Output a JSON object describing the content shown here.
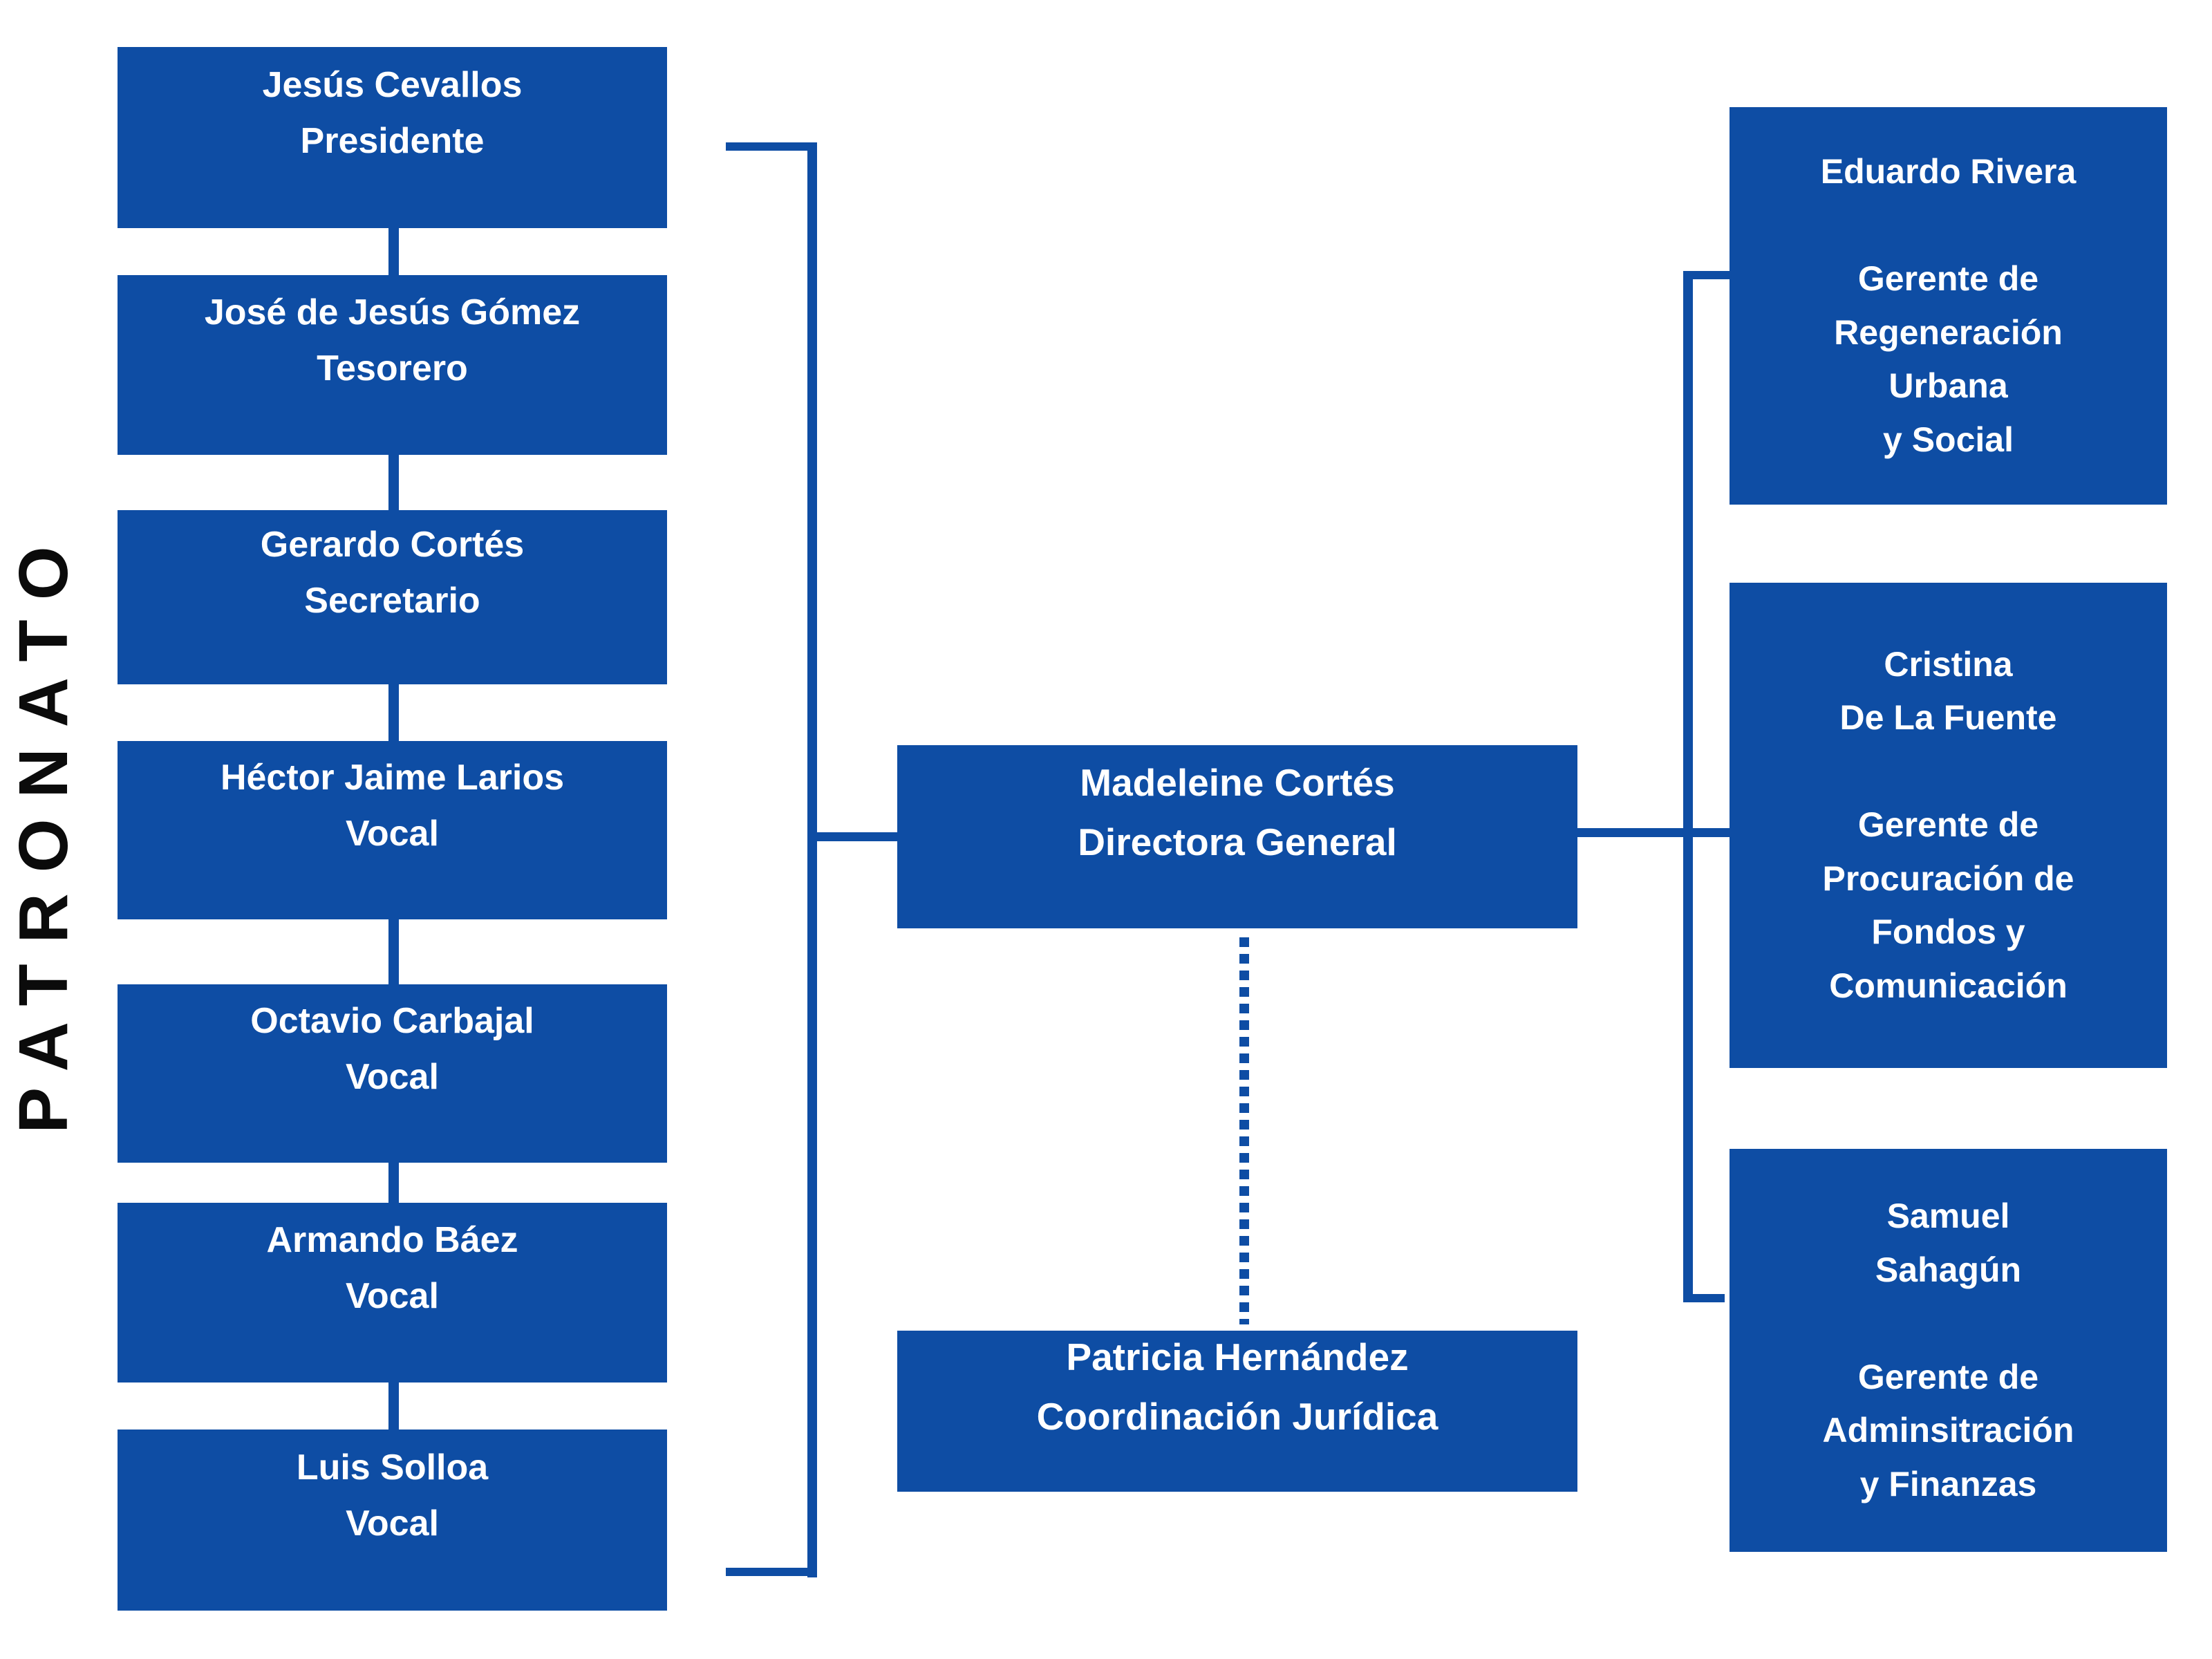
{
  "side_label": "PATRONATO",
  "colors": {
    "box_blue": "#0E4DA4",
    "connector_blue": "#0E4DA4",
    "label_black": "#0b0b0b",
    "text_white": "#ffffff"
  },
  "patronato": [
    {
      "name": "Jesús Cevallos",
      "role": "Presidente",
      "lines": [
        "Jesús Cevallos",
        "Presidente"
      ]
    },
    {
      "name": "José de Jesús Gómez",
      "role": "Tesorero",
      "lines": [
        "José de Jesús Gómez",
        "Tesorero"
      ]
    },
    {
      "name": "Gerardo Cortés",
      "role": "Secretario",
      "lines": [
        "Gerardo Cortés",
        "Secretario"
      ]
    },
    {
      "name": "Héctor Jaime Larios",
      "role": "Vocal",
      "lines": [
        "Héctor Jaime Larios",
        "Vocal"
      ]
    },
    {
      "name": "Octavio Carbajal",
      "role": "Vocal",
      "lines": [
        "Octavio Carbajal",
        "Vocal"
      ]
    },
    {
      "name": "Armando Báez",
      "role": "Vocal",
      "lines": [
        "Armando Báez",
        "Vocal"
      ]
    },
    {
      "name": "Luis Solloa",
      "role": "Vocal",
      "lines": [
        "Luis Solloa",
        "Vocal"
      ]
    }
  ],
  "direction": {
    "name": "Madeleine Cortés",
    "role": "Directora General",
    "lines": [
      "Madeleine Cortés",
      "Directora General"
    ]
  },
  "legal": {
    "name": "Patricia Hernández",
    "role": "Coordinación Jurídica",
    "lines": [
      "Patricia Hernández",
      "Coordinación Jurídica"
    ]
  },
  "managers": [
    {
      "name": "Eduardo Rivera",
      "role": "Gerente de Regeneración Urbana y Social",
      "lines": [
        "Eduardo Rivera",
        "",
        "Gerente de",
        "Regeneración",
        "Urbana",
        "y Social"
      ]
    },
    {
      "name": "Cristina De La Fuente",
      "role": "Gerente de Procuración de Fondos y Comunicación",
      "lines": [
        "Cristina",
        "De La Fuente",
        "",
        "Gerente de",
        "Procuración de",
        "Fondos y",
        "Comunicación"
      ]
    },
    {
      "name": "Samuel Sahagún",
      "role": "Gerente de Adminsitración y Finanzas",
      "lines": [
        "Samuel",
        "Sahagún",
        "",
        "Gerente de",
        "Adminsitración",
        "y Finanzas"
      ]
    }
  ]
}
